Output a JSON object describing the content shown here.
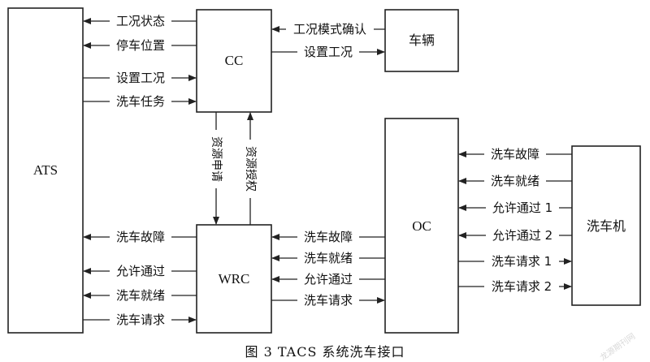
{
  "nodes": {
    "ats": "ATS",
    "cc": "CC",
    "vehicle": "车辆",
    "wrc": "WRC",
    "oc": "OC",
    "washer": "洗车机"
  },
  "edges": {
    "cc_ats_status": "工况状态",
    "cc_ats_position": "停车位置",
    "ats_cc_setmode": "设置工况",
    "ats_cc_task": "洗车任务",
    "vehicle_cc_confirm": "工况模式确认",
    "cc_vehicle_setmode": "设置工况",
    "cc_wrc_request": "资源申请",
    "wrc_cc_grant": "资源授权",
    "wrc_ats_fault": "洗车故障",
    "wrc_ats_permit": "允许通过",
    "wrc_ats_ready": "洗车就绪",
    "ats_wrc_request": "洗车请求",
    "oc_wrc_fault": "洗车故障",
    "oc_wrc_ready": "洗车就绪",
    "oc_wrc_permit": "允许通过",
    "wrc_oc_request": "洗车请求",
    "washer_oc_fault": "洗车故障",
    "washer_oc_ready": "洗车就绪",
    "washer_oc_permit1": "允许通过 1",
    "washer_oc_permit2": "允许通过 2",
    "oc_washer_request1": "洗车请求 1",
    "oc_washer_request2": "洗车请求 2"
  },
  "caption": "图 3   TACS 系统洗车接口",
  "watermark": "龙源期刊网"
}
